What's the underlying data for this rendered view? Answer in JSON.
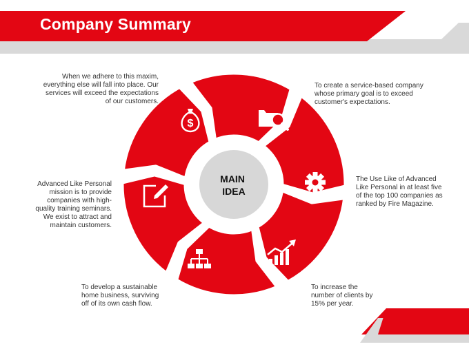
{
  "header": {
    "title": "Company Summary"
  },
  "center": {
    "line1": "MAIN",
    "line2": "IDEA"
  },
  "segments": [
    {
      "icon": "money-bag-icon",
      "text": "When we adhere to this maxim, everything else will fall into place. Our services will exceed the expectations of our customers."
    },
    {
      "icon": "folder-search-icon",
      "text": "To create a service-based company whose primary goal is to exceed customer's expectations."
    },
    {
      "icon": "gear-icon",
      "text": "The Use Like of Advanced Like Personal in at least five of the top 100 companies as ranked by Fire Magazine."
    },
    {
      "icon": "growth-chart-icon",
      "text": "To increase the number of clients by 15% per year."
    },
    {
      "icon": "org-chart-icon",
      "text": "To develop a sustainable home business, surviving off of its own cash flow."
    },
    {
      "icon": "edit-note-icon",
      "text": "Advanced Like Personal mission is to provide companies with high-quality training seminars. We exist to attract and maintain customers."
    }
  ],
  "colors": {
    "accent": "#e30613",
    "grey": "#d9d9d9",
    "center": "#d7d7d7"
  }
}
